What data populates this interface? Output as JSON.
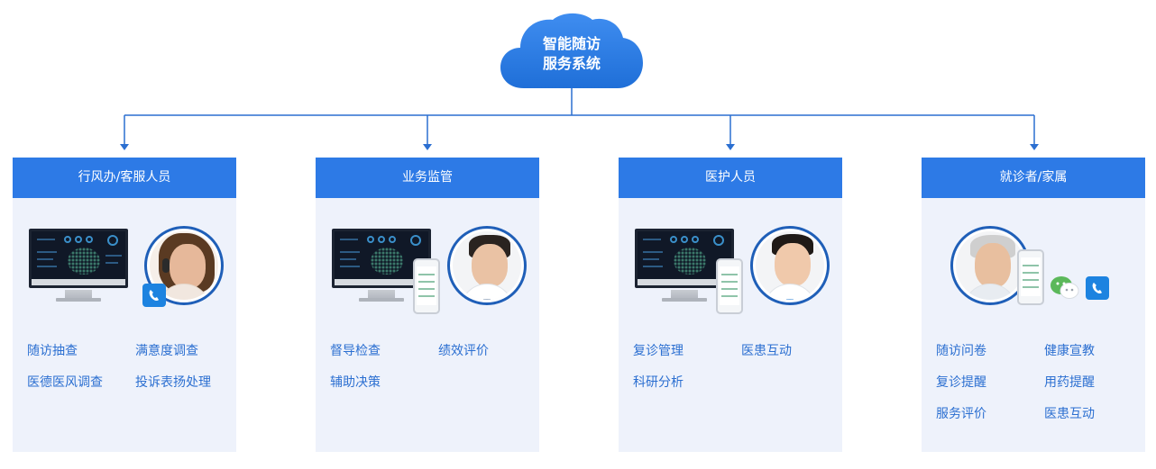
{
  "root": {
    "title_line1": "智能随访",
    "title_line2": "服务系统"
  },
  "colors": {
    "header_blue": "#2d7ae6",
    "link_blue": "#2b6fd1",
    "card_bg": "#eef2fb",
    "connector": "#2b6fd1"
  },
  "cards": [
    {
      "title": "行风办/客服人员",
      "features": [
        "随访抽查",
        "满意度调查",
        "医德医风调查",
        "投诉表扬处理"
      ],
      "illustration": [
        "monitor-icon",
        "headset-agent-avatar",
        "phone-call-icon"
      ]
    },
    {
      "title": "业务监管",
      "features": [
        "督导检查",
        "绩效评价",
        "辅助决策"
      ],
      "illustration": [
        "monitor-icon",
        "mobile-phone-icon",
        "doctor-avatar"
      ]
    },
    {
      "title": "医护人员",
      "features": [
        "复诊管理",
        "医患互动",
        "科研分析"
      ],
      "illustration": [
        "monitor-icon",
        "mobile-phone-icon",
        "doctor-avatar"
      ]
    },
    {
      "title": "就诊者/家属",
      "features": [
        "随访问卷",
        "健康宣教",
        "复诊提醒",
        "用药提醒",
        "服务评价",
        "医患互动"
      ],
      "illustration": [
        "patient-avatar",
        "mobile-phone-icon",
        "wechat-icon",
        "phone-call-icon"
      ]
    }
  ]
}
